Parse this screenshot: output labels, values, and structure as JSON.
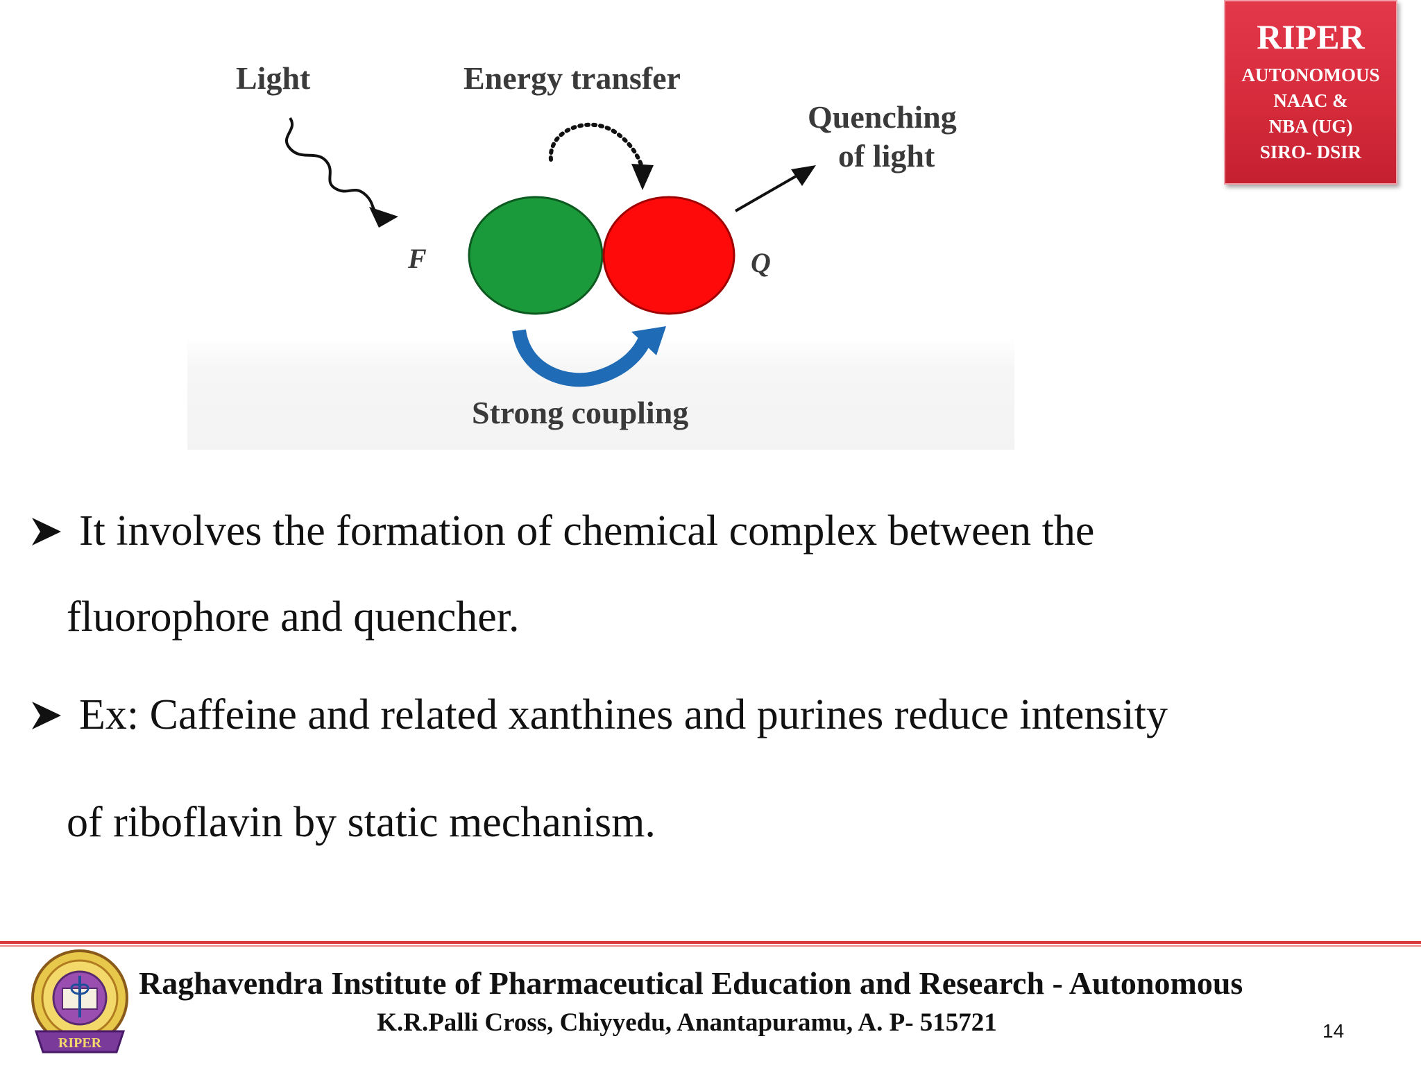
{
  "badge": {
    "title": "RIPER",
    "lines": [
      "AUTONOMOUS",
      "NAAC &",
      "NBA (UG)",
      "SIRO- DSIR"
    ]
  },
  "diagram": {
    "labels": {
      "light": "Light",
      "energy_transfer": "Energy transfer",
      "quenching_line1": "Quenching",
      "quenching_line2": "of light",
      "fluorophore": "F",
      "quencher": "Q",
      "strong_coupling": "Strong coupling"
    },
    "colors": {
      "fluorophore": "#1a9a3a",
      "quencher": "#ff0a0a",
      "coupling_arrow": "#1f6bb5"
    }
  },
  "bullets": [
    {
      "line1": "It involves the formation of chemical complex between the",
      "line2": "fluorophore and quencher."
    },
    {
      "line1": "Ex: Caffeine and related xanthines and purines reduce intensity",
      "line2": "of riboflavin by static mechanism."
    }
  ],
  "footer": {
    "institute": "Raghavendra Institute of Pharmaceutical Education and Research - Autonomous",
    "address": "K.R.Palli Cross, Chiyyedu, Anantapuramu, A. P- 515721",
    "page_number": "14",
    "logo_text": "RIPER"
  }
}
